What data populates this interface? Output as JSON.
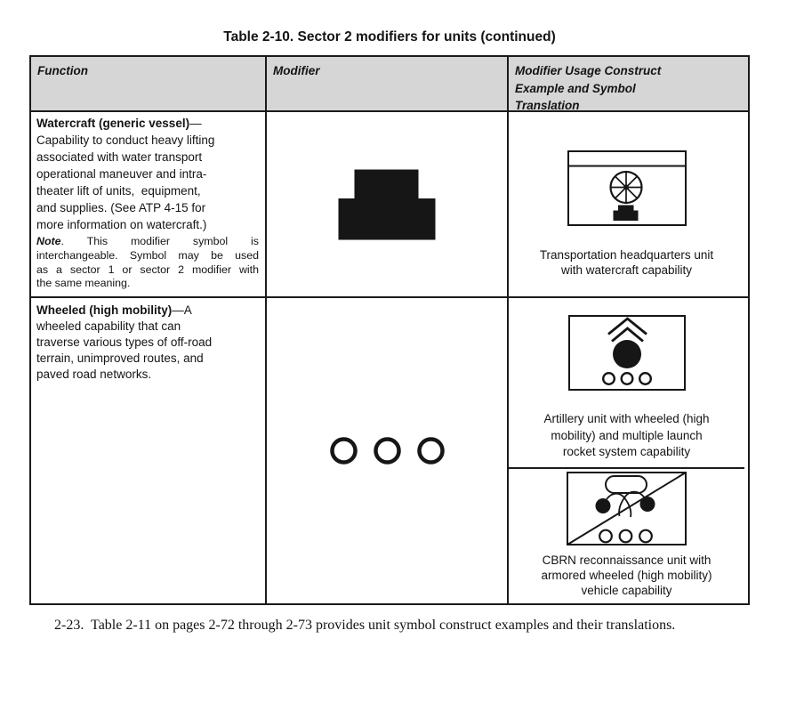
{
  "page": {
    "title": "Table 2-10. Sector 2 modifiers for units (continued)",
    "footer_paragraph": "2-23.  Table 2-11 on pages 2-72 through 2-73 provides unit symbol construct examples and their translations."
  },
  "header": {
    "function": "Function",
    "modifier": "Modifier",
    "usage_lines": [
      "Modifier Usage Construct",
      "Example and Symbol",
      "Translation"
    ]
  },
  "watercraft": {
    "title": "Watercraft (generic vessel)",
    "title_dash": "—",
    "body_lines": [
      "Capability to conduct heavy lifting",
      "associated with water transport",
      "operational maneuver and intra-",
      "theater lift of units,  equipment,",
      "and supplies. (See ATP 4-15 for",
      "more information on watercraft.)"
    ],
    "note": {
      "label": "Note",
      "line1_rest": ". This modifier symbol is",
      "line2": "interchangeable. Symbol may be used",
      "line3": "as a sector 1 or sector 2 modifier with",
      "line4": "the same meaning."
    },
    "example_caption_lines": [
      "Transportation headquarters unit",
      "with watercraft capability"
    ]
  },
  "wheeled": {
    "title": "Wheeled (high mobility)",
    "title_suffix": "—A",
    "body_lines": [
      "wheeled capability that can",
      "traverse various types of off-road",
      "terrain, unimproved routes, and",
      "paved road networks."
    ],
    "artillery_caption_lines": [
      "Artillery unit with wheeled (high",
      "mobility) and multiple launch",
      "rocket system capability"
    ],
    "cbrn_caption_lines": [
      "CBRN reconnaissance unit with",
      "armored wheeled (high mobility)",
      "vehicle capability"
    ]
  },
  "icons": {
    "watercraft_modifier": "watercraft-silhouette-icon",
    "transportation_example": "transportation-hq-unit-symbol-icon",
    "wheeled_modifier": "three-circles-icon",
    "artillery_example": "artillery-wheeled-mlrs-unit-symbol-icon",
    "cbrn_example": "cbrn-recon-armored-wheeled-unit-symbol-icon"
  },
  "colors": {
    "ink": "#161616",
    "header_bg": "#d6d6d6"
  }
}
